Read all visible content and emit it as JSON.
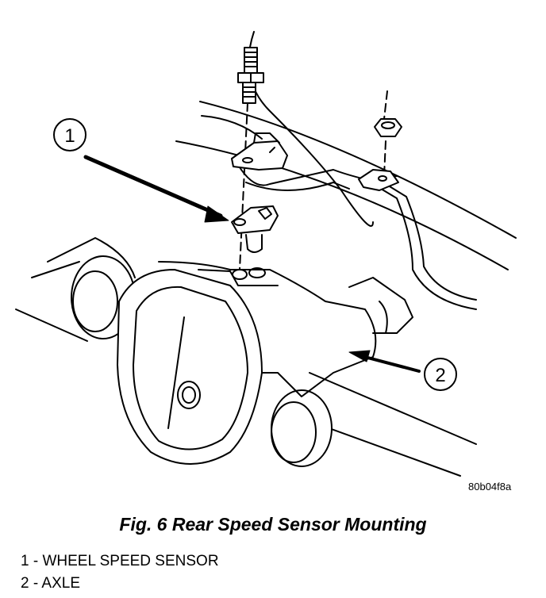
{
  "figure": {
    "code": "80b04f8a",
    "caption": "Fig. 6 Rear Speed Sensor Mounting",
    "callouts": [
      {
        "number": "1",
        "label": "WHEEL SPEED SENSOR"
      },
      {
        "number": "2",
        "label": "AXLE"
      }
    ]
  },
  "legend": {
    "separator": " - "
  }
}
